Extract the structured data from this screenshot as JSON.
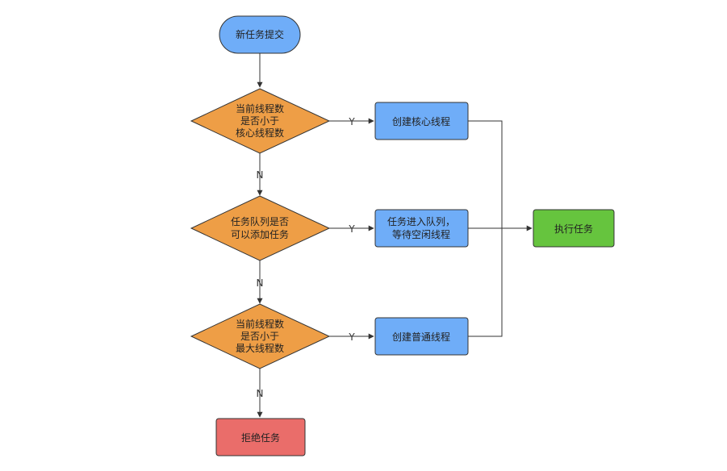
{
  "colors": {
    "start": "#6fadf8",
    "decision": "#ee9e46",
    "process": "#6fadf8",
    "execute": "#66c43e",
    "reject": "#ea6d6a",
    "stroke": "#333333"
  },
  "nodes": {
    "start": {
      "label": "新任务提交"
    },
    "decision_core": {
      "lines": [
        "当前线程数",
        "是否小于",
        "核心线程数"
      ]
    },
    "decision_queue": {
      "lines": [
        "任务队列是否",
        "可以添加任务"
      ]
    },
    "decision_max": {
      "lines": [
        "当前线程数",
        "是否小于",
        "最大线程数"
      ]
    },
    "create_core": {
      "label": "创建核心线程"
    },
    "enqueue": {
      "lines": [
        "任务进入队列，",
        "等待空闲线程"
      ]
    },
    "create_normal": {
      "label": "创建普通线程"
    },
    "execute": {
      "label": "执行任务"
    },
    "reject": {
      "label": "拒绝任务"
    }
  },
  "edge_labels": {
    "yes": "Y",
    "no": "N"
  }
}
